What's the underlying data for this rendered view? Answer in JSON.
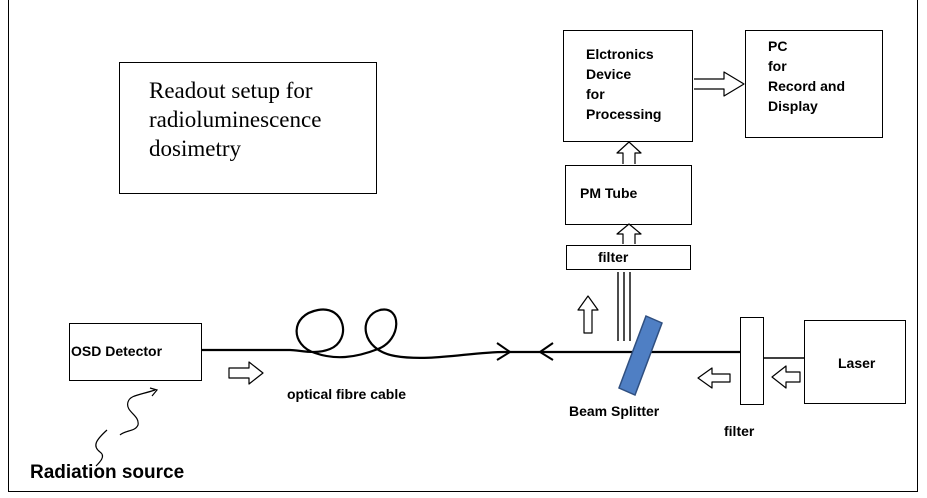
{
  "title": "Readout setup for\nradioluminescence\ndosimetry",
  "boxes": {
    "electronics": "Elctronics\nDevice\nfor\nProcessing",
    "pc": "PC\nfor\nRecord and\nDisplay",
    "pm_tube": "PM Tube",
    "filter_top": "filter",
    "osd_detector": "OSD Detector",
    "laser": "Laser"
  },
  "labels": {
    "optical_fibre": "optical fibre cable",
    "beam_splitter": "Beam Splitter",
    "filter_bottom": "filter",
    "radiation_source": "Radiation source"
  },
  "colors": {
    "beam_splitter_fill": "#4f7fc4",
    "beam_splitter_stroke": "#2f4f80"
  }
}
